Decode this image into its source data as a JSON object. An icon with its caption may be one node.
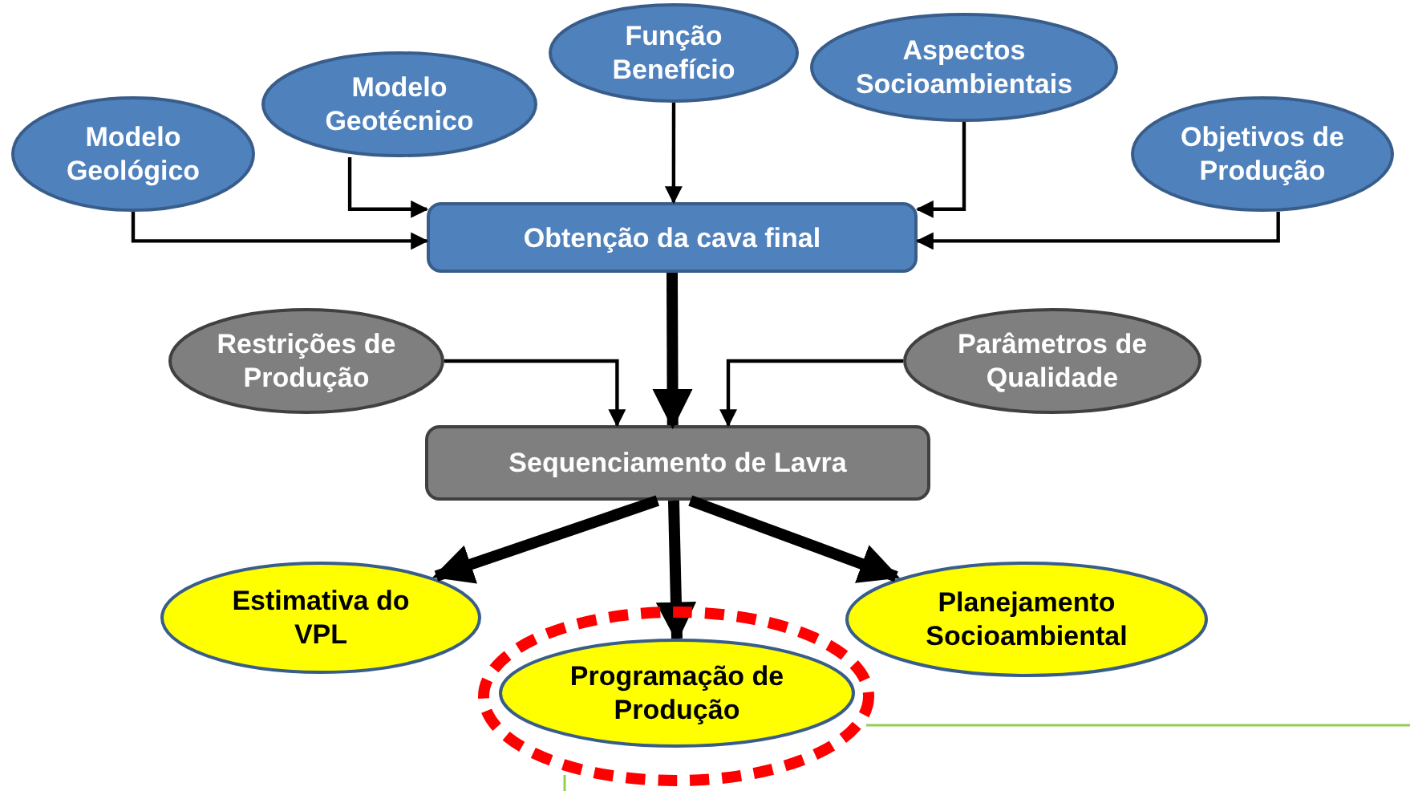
{
  "diagram": {
    "nodes": [
      {
        "text": [
          "Modelo Geológico"
        ]
      },
      {
        "text": [
          "Modelo Geotécnico"
        ]
      },
      {
        "text": [
          "Função Benefício"
        ]
      },
      {
        "text": [
          "Aspectos Socioambientais"
        ]
      },
      {
        "text": [
          "Objetivos de Produção"
        ]
      },
      {
        "text": [
          "Obtenção da cava final"
        ]
      },
      {
        "text": [
          "Restrições de Produção"
        ]
      },
      {
        "text": [
          "Parâmetros de Qualidade"
        ]
      },
      {
        "text": [
          "Sequenciamento de Lavra"
        ]
      },
      {
        "text": [
          "Estimativa do VPL"
        ]
      },
      {
        "text": [],
        "shape": "circle"
      },
      {
        "text": [
          "Programação de Produção"
        ],
        "in": 10
      },
      {
        "text": [
          "Planejamento Socioambiental"
        ]
      }
    ],
    "edges": [
      {
        "from": 0,
        "to": 5,
        "arrow": "to"
      },
      {
        "from": 1,
        "to": 5,
        "arrow": "to"
      },
      {
        "from": 2,
        "to": 5,
        "arrow": "to"
      },
      {
        "from": 3,
        "to": 5,
        "arrow": "to"
      },
      {
        "from": 4,
        "to": 5,
        "arrow": "to"
      },
      {
        "from": 5,
        "to": 8,
        "arrow": "to",
        "style": "thick"
      },
      {
        "from": 6,
        "to": 8,
        "arrow": "to"
      },
      {
        "from": 7,
        "to": 8,
        "arrow": "to"
      },
      {
        "from": 8,
        "to": 9,
        "arrow": "to",
        "style": "thick"
      },
      {
        "from": 8,
        "to": 11,
        "arrow": "to",
        "style": "thick"
      },
      {
        "from": 8,
        "to": 12,
        "arrow": "to",
        "style": "thick"
      }
    ]
  }
}
